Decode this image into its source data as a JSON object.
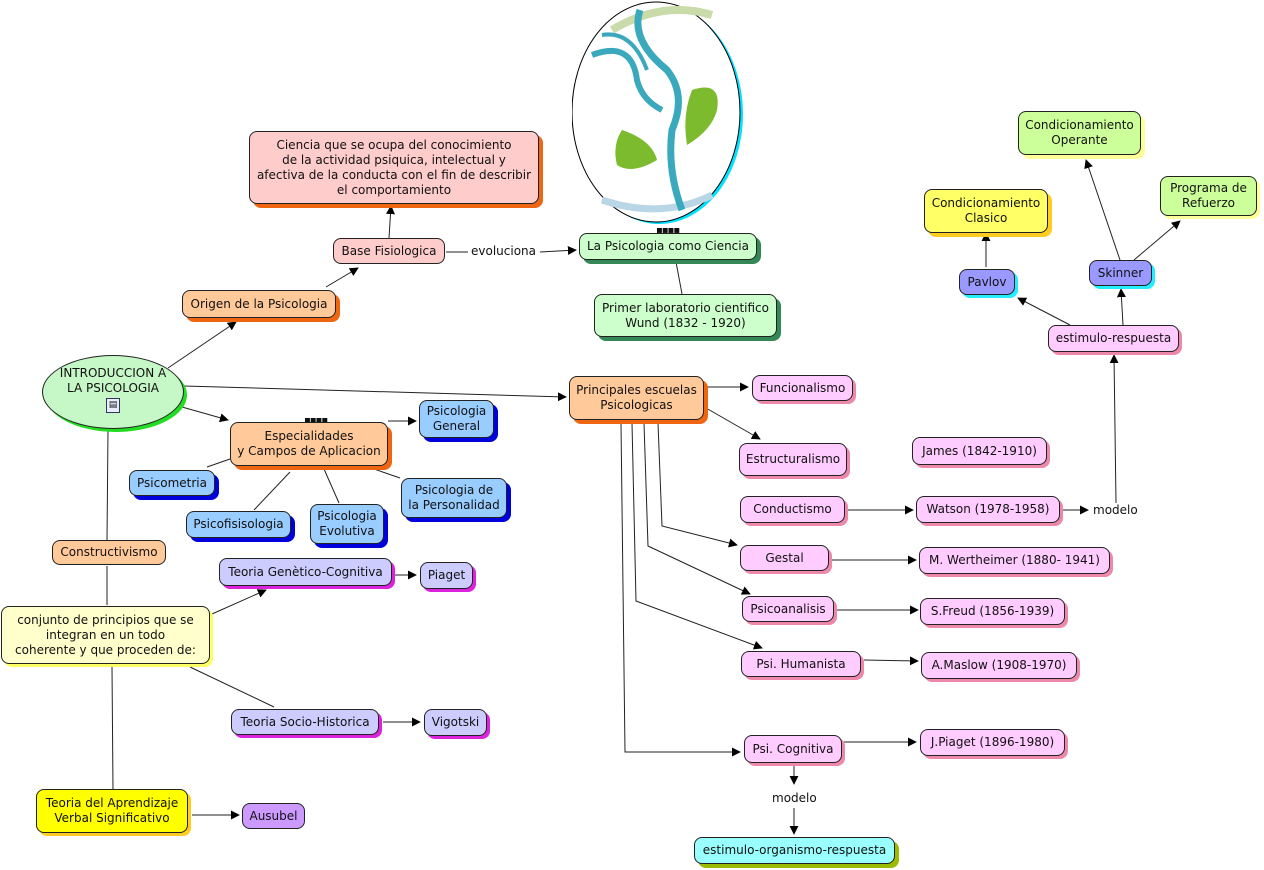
{
  "title": "INTRODUCCION A LA PSICOLOGIA",
  "nodes": {
    "intro": "INTRODUCCION A\nLA PSICOLOGIA",
    "origen": "Origen de la Psicologia",
    "base": "Base Fisiologica",
    "ciencia_def": "Ciencia que se ocupa del conocimiento\nde la actividad psiquica, intelectual y\nafectiva de la conducta con el fin de describir\nel comportamiento",
    "psico_ciencia": "La Psicologia como Ciencia",
    "laboratorio": "Primer laboratorio cientifico\nWund (1832 - 1920)",
    "especialidades": "Especialidades\ny Campos de Aplicacion",
    "psi_general": "Psicologia\nGeneral",
    "psicometria": "Psicometria",
    "psicofisiologia": "Psicofisisologia",
    "psi_evolutiva": "Psicologia\nEvolutiva",
    "psi_personalidad": "Psicologia de\nla Personalidad",
    "constructivismo": "Constructivismo",
    "conjunto": "conjunto de principios que se\nintegran en un todo\ncoherente y que proceden de:",
    "teoria_genetica": "Teoria Genètico-Cognitiva",
    "piaget": "Piaget",
    "teoria_socio": "Teoria Socio-Historica",
    "vigotski": "Vigotski",
    "teoria_aprendizaje": "Teoria del Aprendizaje\nVerbal Significativo",
    "ausubel": "Ausubel",
    "escuelas": "Principales escuelas\nPsicologicas",
    "funcionalismo": "Funcionalismo",
    "estructuralismo": "Estructuralismo",
    "james": "James (1842-1910)",
    "conductismo": "Conductismo",
    "watson": "Watson (1978-1958)",
    "gestal": "Gestal",
    "wertheimer": "M. Wertheimer (1880- 1941)",
    "psicoanalisis": "Psicoanalisis",
    "freud": "S.Freud (1856-1939)",
    "humanista": "Psi. Humanista",
    "maslow": "A.Maslow (1908-1970)",
    "cognitiva": "Psi. Cognitiva",
    "jpiaget": "J.Piaget (1896-1980)",
    "eor": "estimulo-organismo-respuesta",
    "er": "estimulo-respuesta",
    "pavlov": "Pavlov",
    "skinner": "Skinner",
    "cond_clasico": "Condicionamiento\nClasico",
    "cond_operante": "Condicionamiento\nOperante",
    "programa": "Programa de\nRefuerzo"
  },
  "link_labels": {
    "evoluciona": "evoluciona",
    "modelo_watson": "modelo",
    "modelo_cognitiva": "modelo"
  },
  "icons": {
    "intro_attachment": "document-icon",
    "logo": "psi-leaf-logo"
  }
}
